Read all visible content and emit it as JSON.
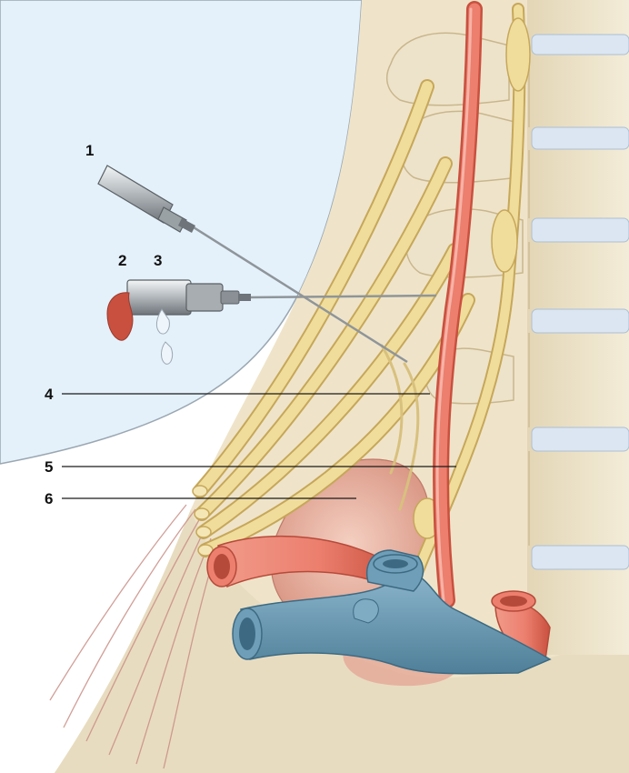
{
  "labels": {
    "l1": "1",
    "l2": "2",
    "l3": "3",
    "l4": "4",
    "l5": "5",
    "l6": "6"
  },
  "colors": {
    "skin_background": "#e4f1fb",
    "bone": "#ede3cb",
    "bone_shadow": "#d4c39c",
    "nerve": "#f0dd9c",
    "nerve_edge": "#c6a75a",
    "artery": "#ec7f6e",
    "artery_dark": "#c9503f",
    "vein": "#6f9eb9",
    "vein_dark": "#46758f",
    "disc": "#dbe6f2",
    "pleura": "#e9b8a8",
    "needle_steel": "#8f9599",
    "blood": "#c9503f",
    "csf_drop": "#eef5fb",
    "leader_line": "#1a1a1a"
  }
}
